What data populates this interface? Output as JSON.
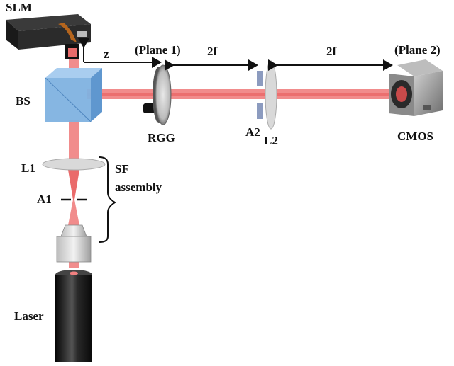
{
  "labels": {
    "slm": "SLM",
    "bs": "BS",
    "l1": "L1",
    "a1": "A1",
    "sf": "SF",
    "assembly": "assembly",
    "laser": "Laser",
    "z": "z",
    "plane1": "(Plane 1)",
    "dist1": "2f",
    "dist2": "2f",
    "plane2": "(Plane 2)",
    "rgg": "RGG",
    "a2": "A2",
    "l2": "L2",
    "cmos": "CMOS"
  },
  "colors": {
    "beam": "#f08080",
    "beam_core": "#e85b5b",
    "bs": "#7fb2e0",
    "lens": "#d9d9d9",
    "aperture": "#8c9bbf",
    "laser_body": "#222222"
  }
}
